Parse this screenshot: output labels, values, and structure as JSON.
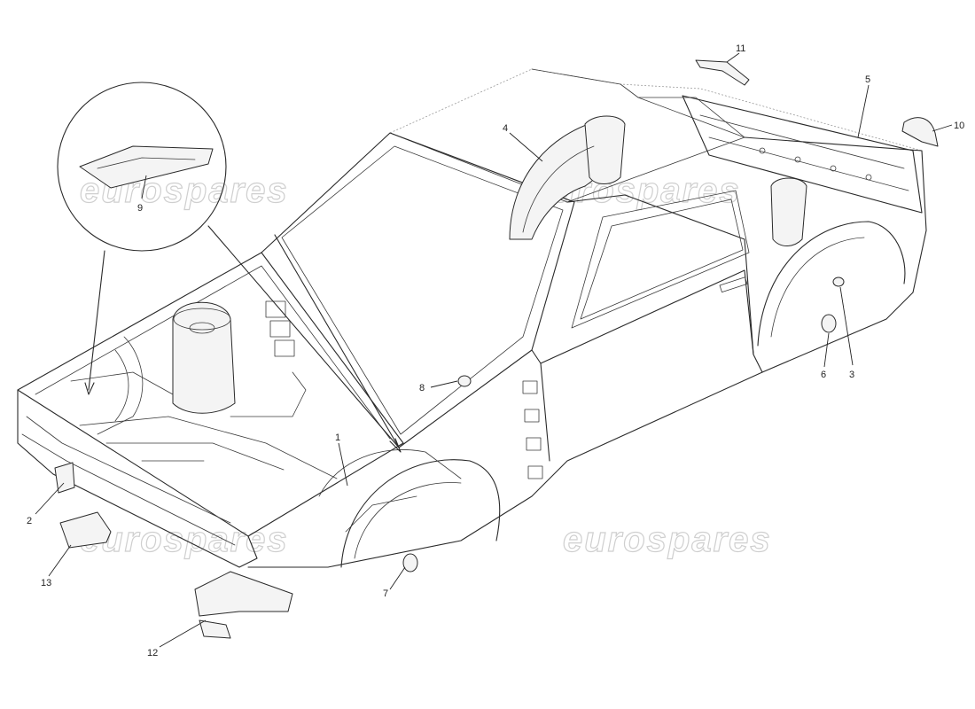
{
  "watermark": {
    "text": "eurospares"
  },
  "callouts": [
    {
      "id": "1",
      "label": "1"
    },
    {
      "id": "2",
      "label": "2"
    },
    {
      "id": "3",
      "label": "3"
    },
    {
      "id": "4",
      "label": "4"
    },
    {
      "id": "5",
      "label": "5"
    },
    {
      "id": "6",
      "label": "6"
    },
    {
      "id": "7",
      "label": "7"
    },
    {
      "id": "8",
      "label": "8"
    },
    {
      "id": "9",
      "label": "9"
    },
    {
      "id": "10",
      "label": "10"
    },
    {
      "id": "11",
      "label": "11"
    },
    {
      "id": "12",
      "label": "12"
    },
    {
      "id": "13",
      "label": "13"
    }
  ]
}
